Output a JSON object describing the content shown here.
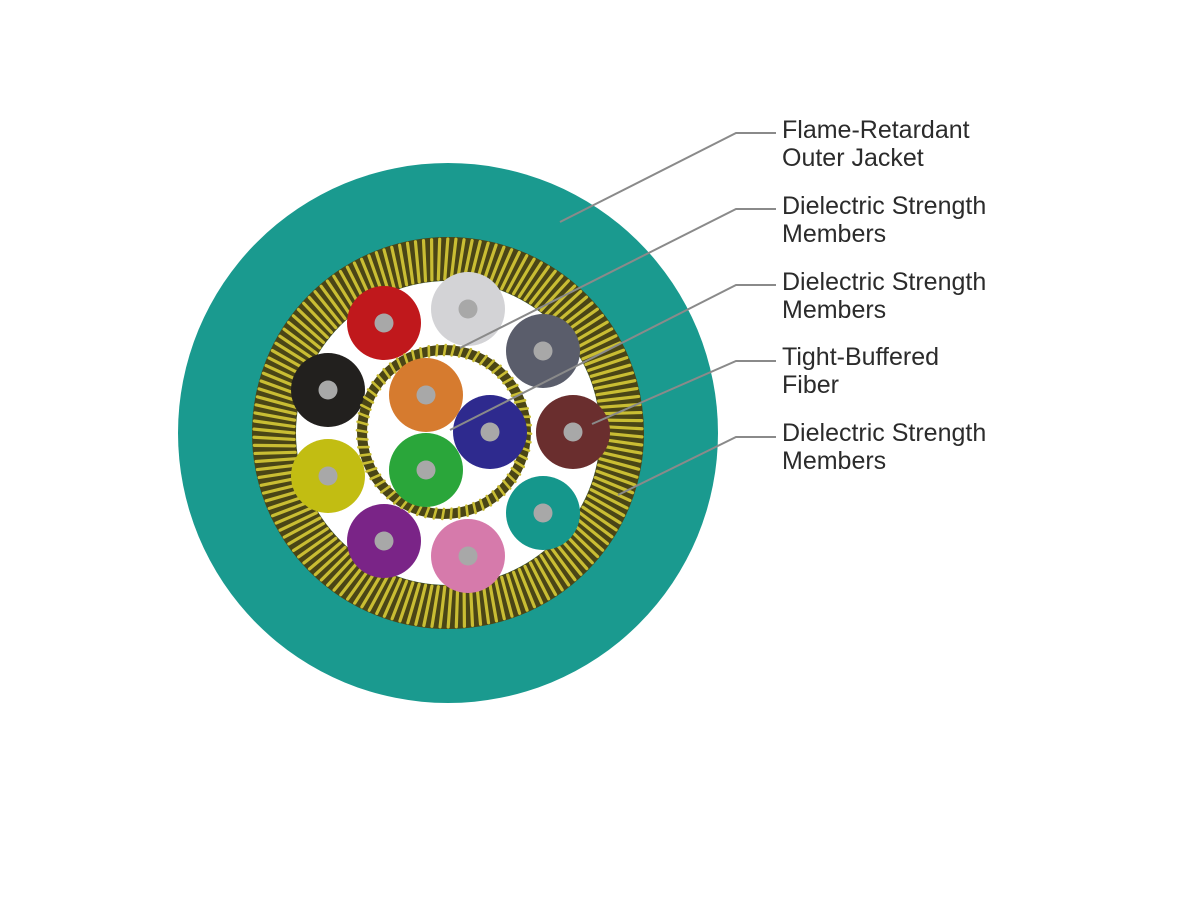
{
  "colors": {
    "outer_jacket": "#1a9a8f",
    "strength_member_dark": "#4a4516",
    "strength_member_light": "#c9bd33",
    "inner_fill": "#ffffff",
    "fiber_core": "#a8a8a8",
    "leader_line": "#8a8a8a",
    "label_text": "#2b2b2b"
  },
  "outer_fibers": [
    {
      "color": "#c0181c"
    },
    {
      "color": "#d3d3d6"
    },
    {
      "color": "#5a5d6b"
    },
    {
      "color": "#6a2e2e"
    },
    {
      "color": "#15978c"
    },
    {
      "color": "#d67aab"
    },
    {
      "color": "#7a2487"
    },
    {
      "color": "#c2bd12"
    },
    {
      "color": "#22201e"
    }
  ],
  "inner_fibers": [
    {
      "color": "#d67b2f"
    },
    {
      "color": "#2e2a8e"
    },
    {
      "color": "#2aa63a"
    }
  ],
  "labels": [
    {
      "line1": "Flame-Retardant",
      "line2": "Outer Jacket"
    },
    {
      "line1": "Dielectric Strength",
      "line2": "Members"
    },
    {
      "line1": "Dielectric Strength",
      "line2": "Members"
    },
    {
      "line1": "Tight-Buffered",
      "line2": "Fiber"
    },
    {
      "line1": "Dielectric Strength",
      "line2": "Members"
    }
  ]
}
